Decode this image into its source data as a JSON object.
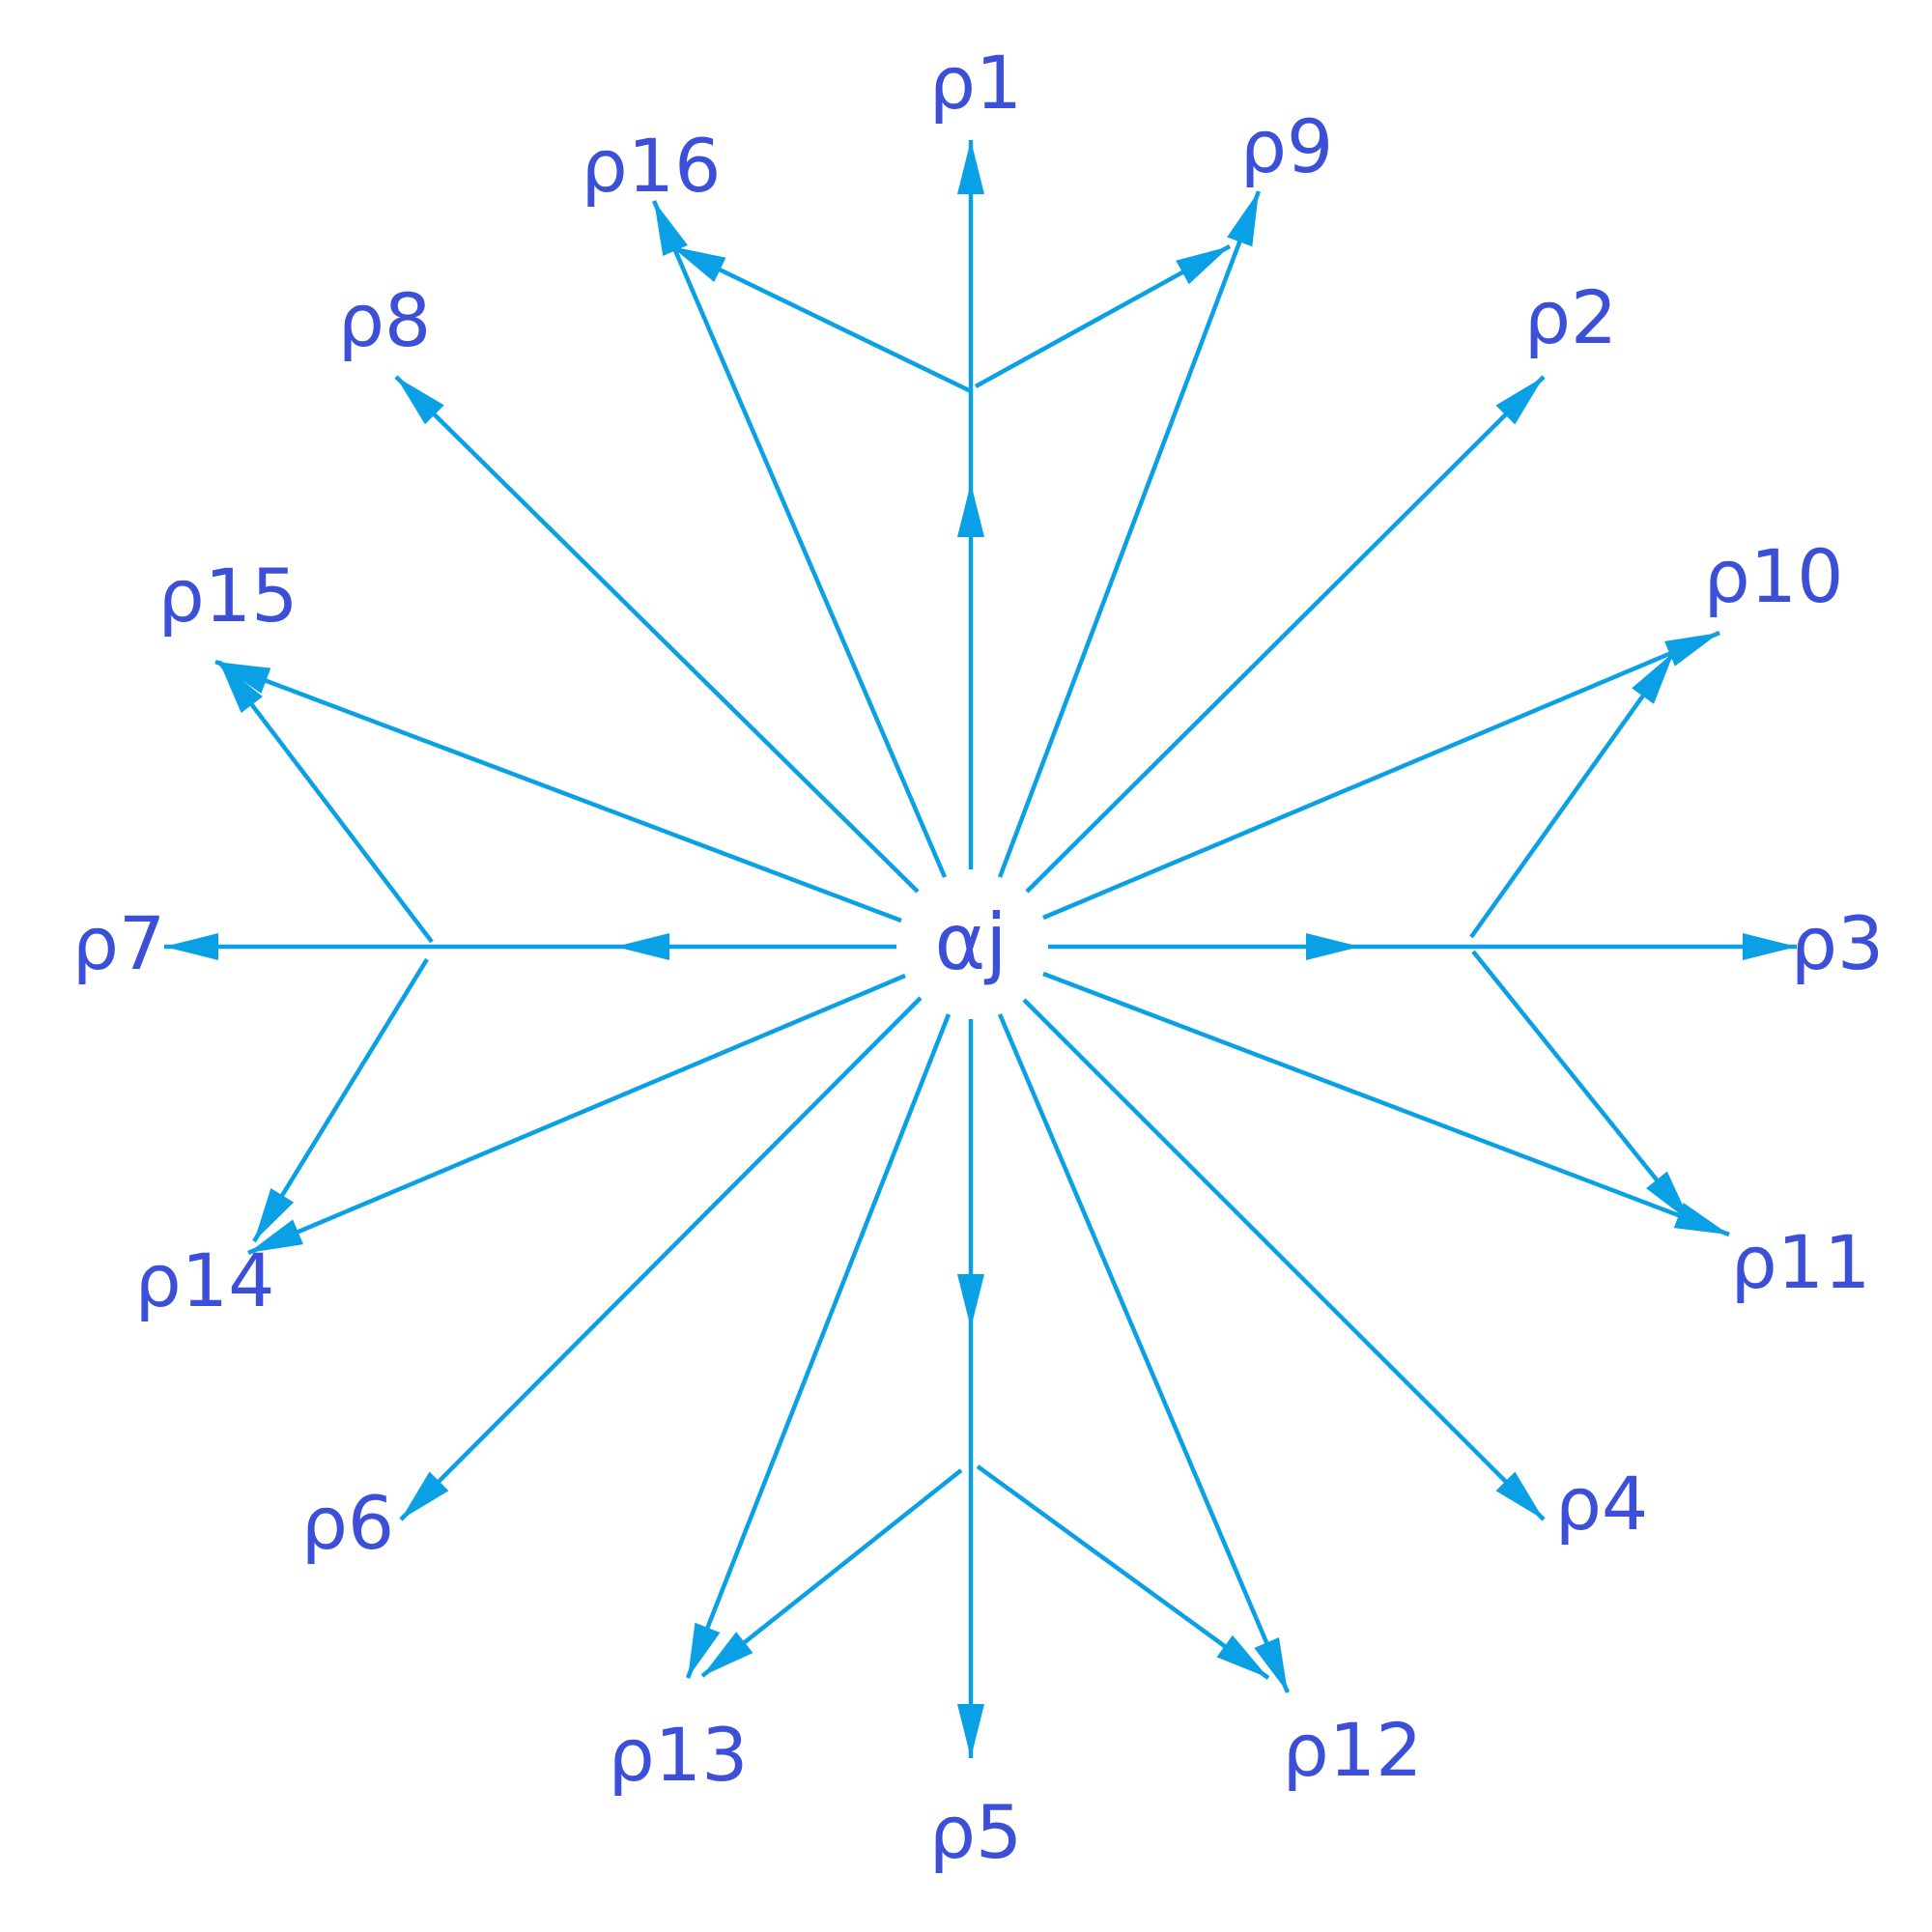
{
  "center": {
    "label": "αj"
  },
  "nodes": {
    "p1": "ρ1",
    "p2": "ρ2",
    "p3": "ρ3",
    "p4": "ρ4",
    "p5": "ρ5",
    "p6": "ρ6",
    "p7": "ρ7",
    "p8": "ρ8",
    "p9": "ρ9",
    "p10": "ρ10",
    "p11": "ρ11",
    "p12": "ρ12",
    "p13": "ρ13",
    "p14": "ρ14",
    "p15": "ρ15",
    "p16": "ρ16"
  },
  "colors": {
    "arrow": "#0aa0e6",
    "text": "#3b4fd8",
    "background": "#ffffff"
  },
  "edges": [
    {
      "from": "αj",
      "to": "ρ1"
    },
    {
      "from": "αj",
      "to": "ρ2"
    },
    {
      "from": "αj",
      "to": "ρ3"
    },
    {
      "from": "αj",
      "to": "ρ4"
    },
    {
      "from": "αj",
      "to": "ρ5"
    },
    {
      "from": "αj",
      "to": "ρ6"
    },
    {
      "from": "αj",
      "to": "ρ7"
    },
    {
      "from": "αj",
      "to": "ρ8"
    },
    {
      "from": "αj",
      "to": "ρ9"
    },
    {
      "from": "αj",
      "to": "ρ10"
    },
    {
      "from": "αj",
      "to": "ρ11"
    },
    {
      "from": "αj",
      "to": "ρ12"
    },
    {
      "from": "αj",
      "to": "ρ13"
    },
    {
      "from": "αj",
      "to": "ρ14"
    },
    {
      "from": "αj",
      "to": "ρ15"
    },
    {
      "from": "αj",
      "to": "ρ16"
    }
  ]
}
